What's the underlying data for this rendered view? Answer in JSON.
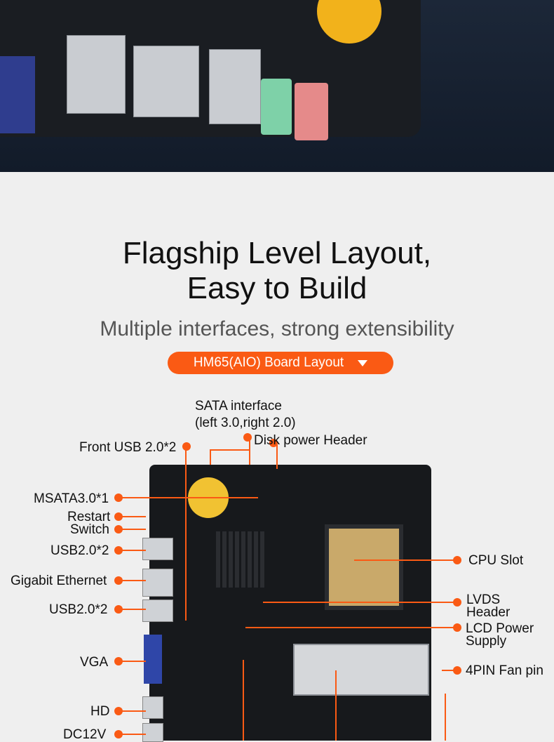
{
  "title": {
    "line1": "Flagship Level Layout,",
    "line2": "Easy to Build"
  },
  "subtitle": "Multiple interfaces, strong extensibility",
  "board_button": {
    "label": "HM65(AIO) Board Layout"
  },
  "colors": {
    "accent": "#fa5a14",
    "background": "#efefef",
    "hero": "#162031"
  },
  "callouts": {
    "sata_line1": "SATA interface",
    "sata_line2": "(left 3.0,right 2.0)",
    "front_usb": "Front USB 2.0*2",
    "disk_power": "Disk power Header",
    "msata": "MSATA3.0*1",
    "restart_line1": "Restart",
    "restart_line2": "Switch",
    "usb_top": "USB2.0*2",
    "gigabit": "Gigabit Ethernet",
    "usb_bottom": "USB2.0*2",
    "vga": "VGA",
    "hd": "HD",
    "dc12v": "DC12V",
    "cpu_slot": "CPU Slot",
    "lvds_line1": "LVDS",
    "lvds_line2": "Header",
    "lcd_line1": "LCD Power",
    "lcd_line2": "Supply",
    "fan": "4PIN Fan pin"
  }
}
